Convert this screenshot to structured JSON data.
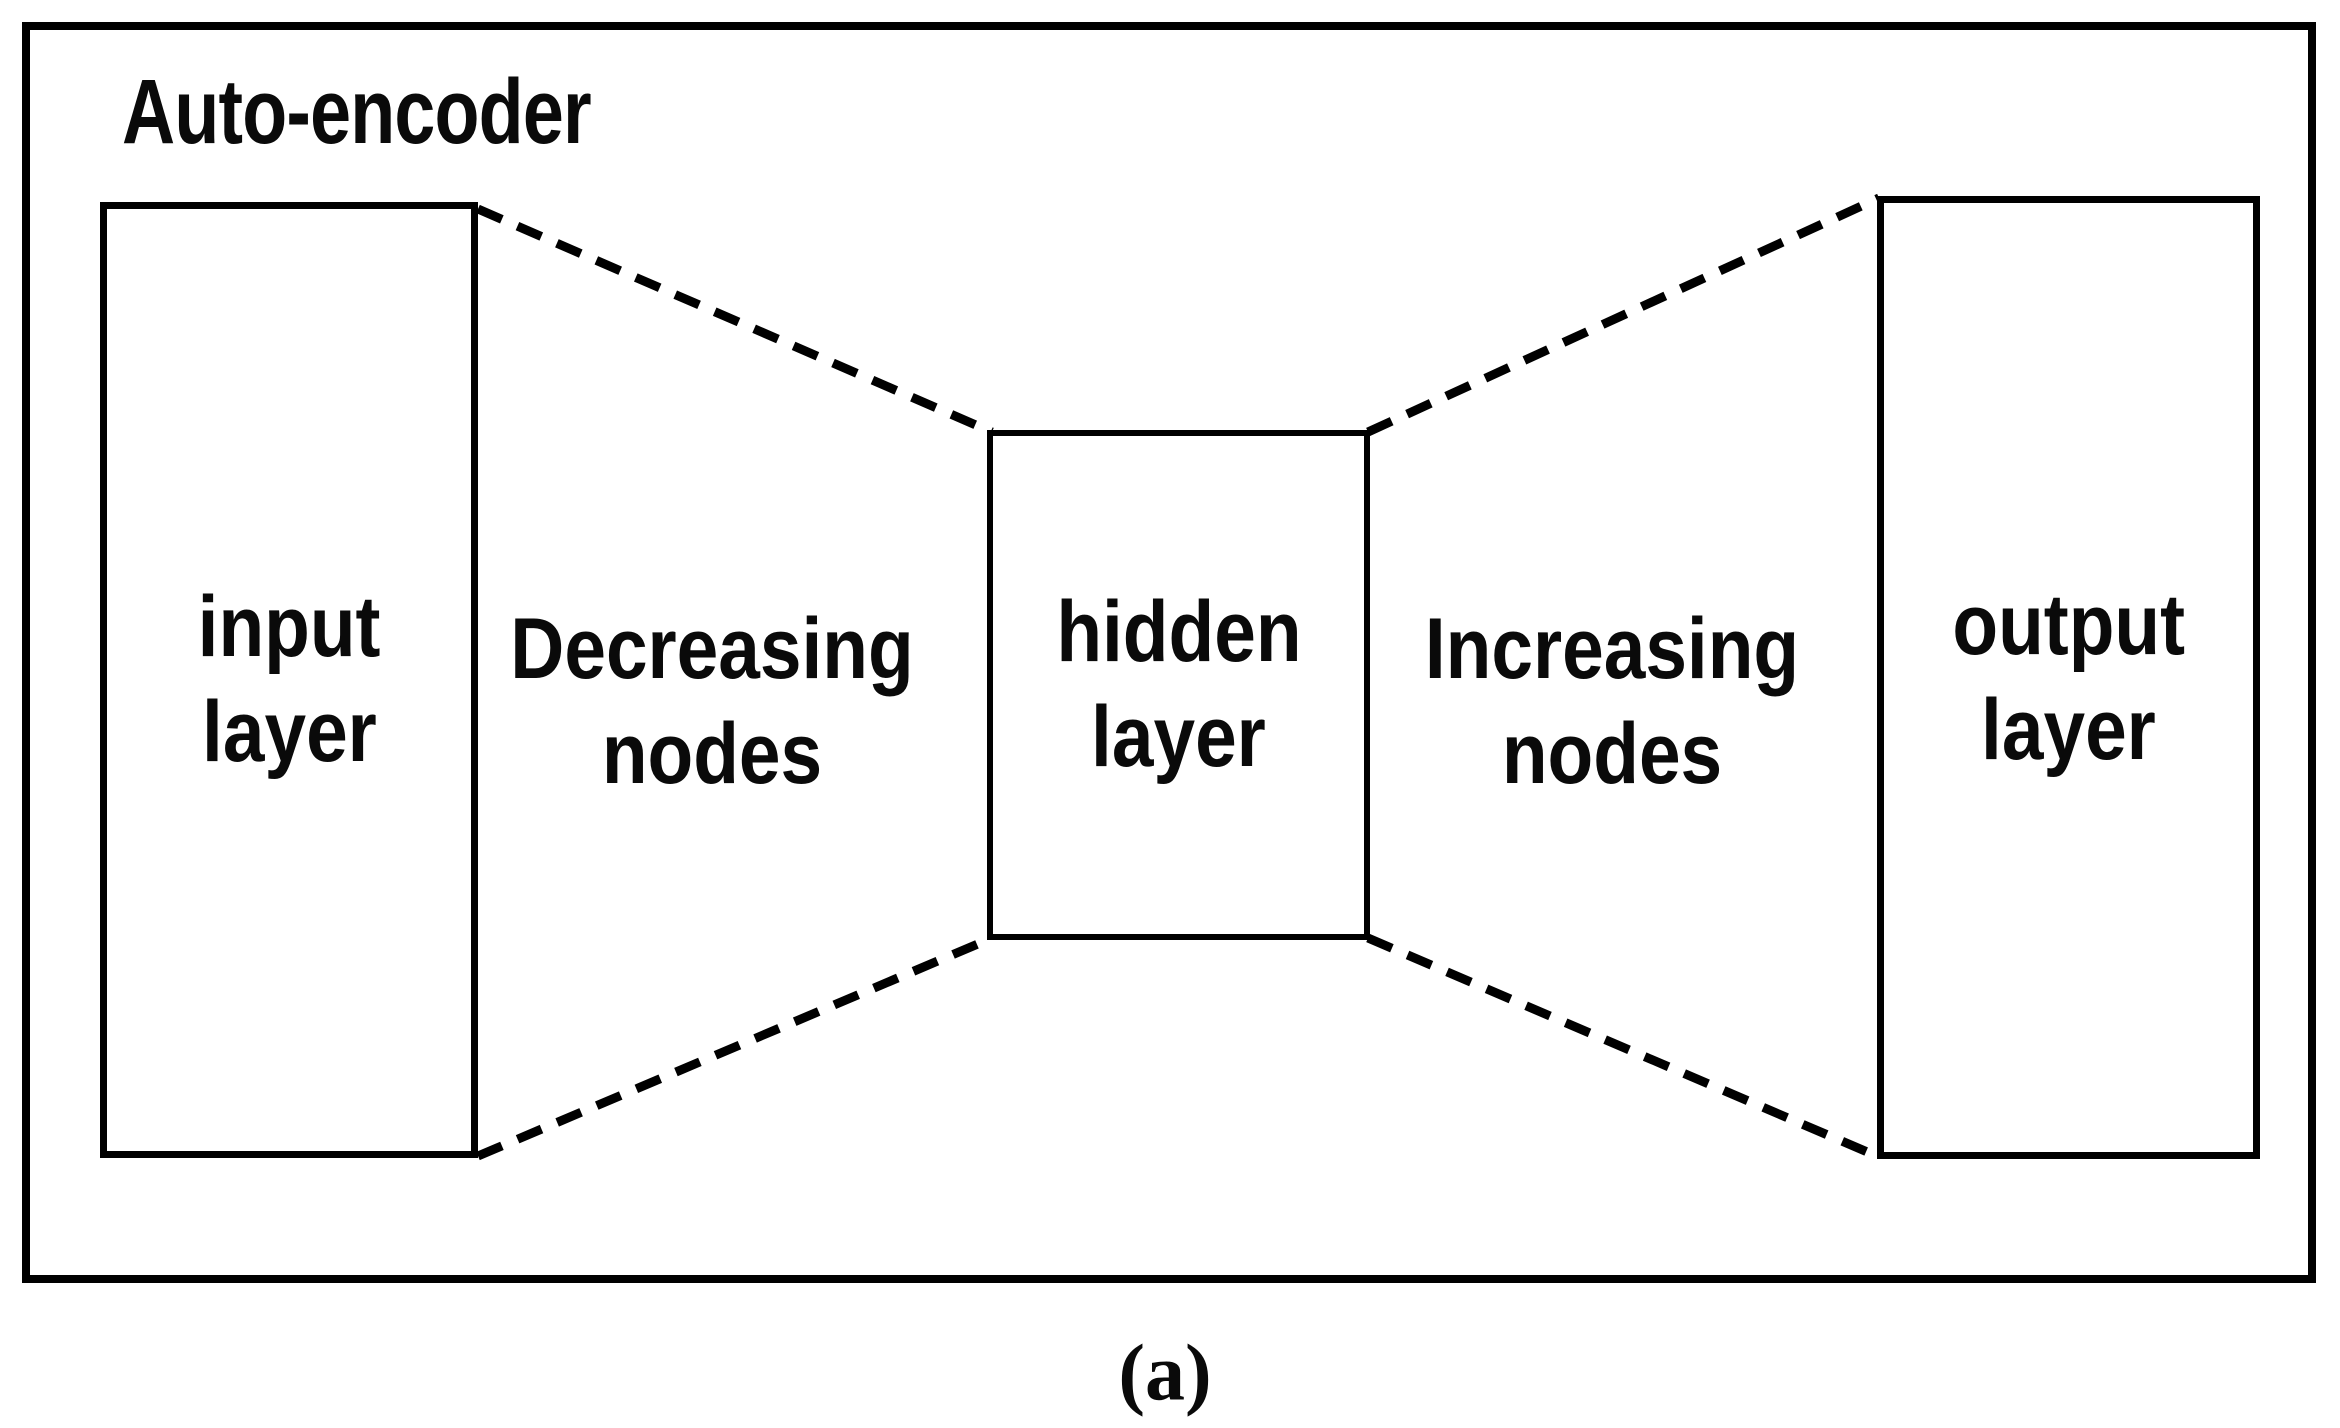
{
  "figure": {
    "title": "Auto-encoder",
    "boxes": {
      "input": {
        "line1": "input",
        "line2": "layer"
      },
      "hidden": {
        "line1": "hidden",
        "line2": "layer"
      },
      "output": {
        "line1": "output",
        "line2": "layer"
      }
    },
    "annotations": {
      "decreasing": {
        "line1": "Decreasing",
        "line2": "nodes"
      },
      "increasing": {
        "line1": "Increasing",
        "line2": "nodes"
      }
    },
    "caption": "(a)",
    "colors": {
      "line": "#000000",
      "text": "#0a0a0a",
      "background": "#ffffff"
    }
  }
}
